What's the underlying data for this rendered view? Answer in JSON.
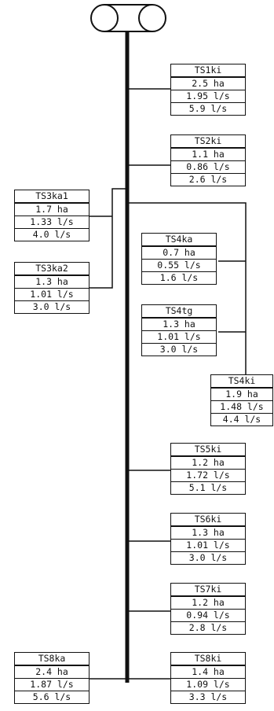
{
  "diagram": {
    "source": {
      "icon": "double-circle-source-icon"
    },
    "nodes": [
      {
        "id": "ts1ki",
        "name": "TS1ki",
        "area": "2.5 ha",
        "flow1": "1.95 l/s",
        "flow2": "5.9 l/s"
      },
      {
        "id": "ts2ki",
        "name": "TS2ki",
        "area": "1.1 ha",
        "flow1": "0.86 l/s",
        "flow2": "2.6 l/s"
      },
      {
        "id": "ts3ka1",
        "name": "TS3ka1",
        "area": "1.7 ha",
        "flow1": "1.33 l/s",
        "flow2": "4.0 l/s"
      },
      {
        "id": "ts3ka2",
        "name": "TS3ka2",
        "area": "1.3 ha",
        "flow1": "1.01 l/s",
        "flow2": "3.0 l/s"
      },
      {
        "id": "ts4ka",
        "name": "TS4ka",
        "area": "0.7 ha",
        "flow1": "0.55 l/s",
        "flow2": "1.6 l/s"
      },
      {
        "id": "ts4tg",
        "name": "TS4tg",
        "area": "1.3 ha",
        "flow1": "1.01 l/s",
        "flow2": "3.0 l/s"
      },
      {
        "id": "ts4ki",
        "name": "TS4ki",
        "area": "1.9 ha",
        "flow1": "1.48 l/s",
        "flow2": "4.4 l/s"
      },
      {
        "id": "ts5ki",
        "name": "TS5ki",
        "area": "1.2 ha",
        "flow1": "1.72 l/s",
        "flow2": "5.1 l/s"
      },
      {
        "id": "ts6ki",
        "name": "TS6ki",
        "area": "1.3 ha",
        "flow1": "1.01 l/s",
        "flow2": "3.0 l/s"
      },
      {
        "id": "ts7ki",
        "name": "TS7ki",
        "area": "1.2 ha",
        "flow1": "0.94 l/s",
        "flow2": "2.8 l/s"
      },
      {
        "id": "ts8ka",
        "name": "TS8ka",
        "area": "2.4 ha",
        "flow1": "1.87 l/s",
        "flow2": "5.6 l/s"
      },
      {
        "id": "ts8ki",
        "name": "TS8ki",
        "area": "1.4 ha",
        "flow1": "1.09 l/s",
        "flow2": "3.3 l/s"
      }
    ]
  }
}
